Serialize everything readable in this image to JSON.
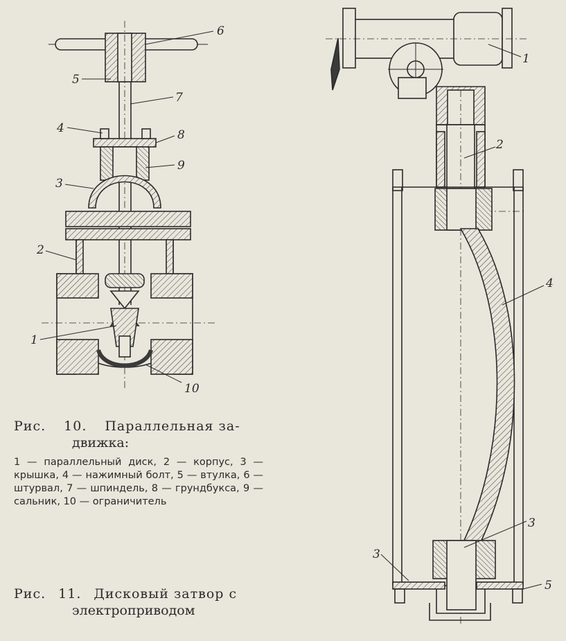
{
  "figure10": {
    "caption_prefix": "Рис.",
    "caption_number": "10.",
    "caption_title_line1": "Параллельная за-",
    "caption_title_line2": "движка:",
    "legend": "1 — параллельный диск, 2 — корпус, 3 — крышка, 4 — нажимный болт, 5 — втулка, 6 — штурвал, 7 — шпиндель, 8 — грундбукса, 9 — сальник, 10 — ограничитель",
    "callouts": [
      "1",
      "2",
      "3",
      "4",
      "5",
      "6",
      "7",
      "8",
      "9",
      "10"
    ]
  },
  "figure11": {
    "caption_prefix": "Рис.",
    "caption_number": "11.",
    "caption_title_line1": "Дисковый затвор с",
    "caption_title_line2": "электроприводом",
    "callouts": [
      "1",
      "2",
      "3",
      "3",
      "4",
      "5"
    ]
  }
}
